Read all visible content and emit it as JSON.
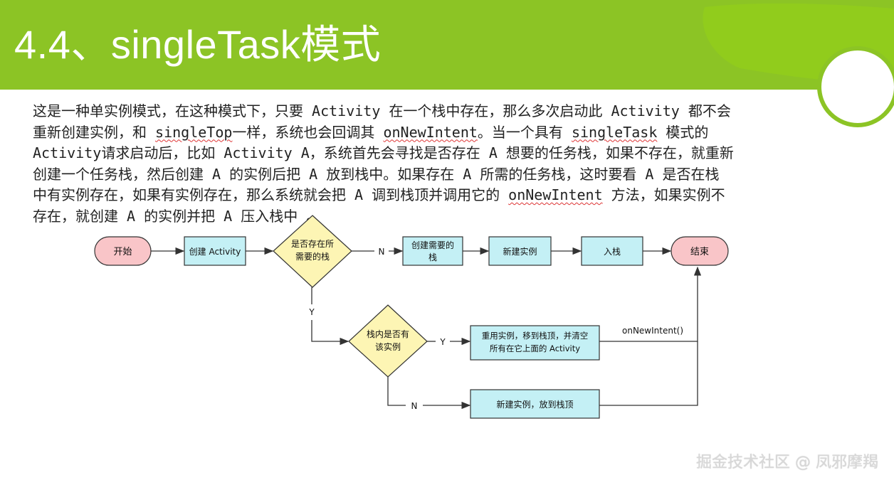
{
  "header": {
    "title": "4.4、singleTask模式"
  },
  "body": {
    "lines": [
      [
        "这是一种单实例模式，在这种模式下，只要 Activity 在一个栈中存在，那么多次启动此 Activity 都不会"
      ],
      [
        "重新创建实例，和 ",
        "singleTop",
        "一样，系统也会回调其 ",
        "onNewIntent",
        "。当一个具有 ",
        "singleTask",
        " 模式的"
      ],
      [
        "Activity请求启动后，比如 Activity A，系统首先会寻找是否存在 A 想要的任务栈，如果不存在，就重新"
      ],
      [
        "创建一个任务栈，然后创建 A 的实例后把 A 放到栈中。如果存在 A 所需的任务栈，这时要看 A 是否在栈"
      ],
      [
        "中有实例存在，如果有实例存在，那么系统就会把 A 调到栈顶并调用它的 ",
        "onNewIntent",
        " 方法，如果实例不"
      ],
      [
        "存在，就创建 A 的实例并把 A 压入栈中 。"
      ]
    ]
  },
  "flowchart": {
    "start": "开始",
    "create_activity": "创建 Activity",
    "decision1_line1": "是否存在所",
    "decision1_line2": "需要的栈",
    "create_stack_line1": "创建需要的",
    "create_stack_line2": "栈",
    "new_instance": "新建实例",
    "push": "入栈",
    "end": "结束",
    "label_n1": "N",
    "label_y1": "Y",
    "decision2_line1": "栈内是否有",
    "decision2_line2": "该实例",
    "label_y2": "Y",
    "reuse_line1": "重用实例，移到栈顶，并清空",
    "reuse_line2": "所有在它上面的 Activity",
    "callback": "onNewIntent()",
    "label_n2": "N",
    "new_top": "新建实例，放到栈顶"
  },
  "watermark": "掘金技术社区 @ 凤邪摩羯",
  "colors": {
    "header_green": "#8cc425",
    "terminal_fill": "#f9c5c8",
    "process_fill": "#c4f0f5",
    "decision_fill": "#fdf5b4"
  }
}
